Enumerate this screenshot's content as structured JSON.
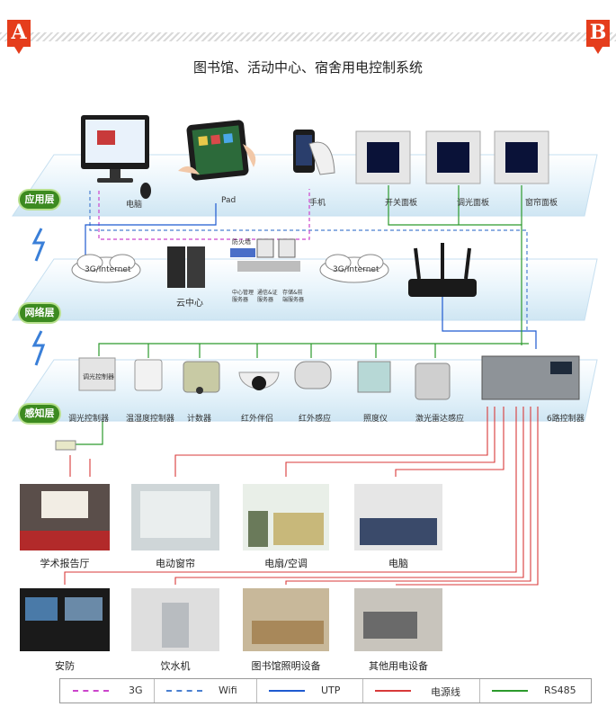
{
  "markers": {
    "a": "A",
    "b": "B"
  },
  "title": "图书馆、活动中心、宿舍用电控制系统",
  "layers": {
    "application": "应用层",
    "network": "网络层",
    "perception": "感知层"
  },
  "app_devices": [
    "电脑",
    "Pad",
    "手机",
    "开关面板",
    "调光面板",
    "窗帘面板"
  ],
  "network": {
    "cloud_left": "3G/Internet",
    "cloud_right": "3G/Internet",
    "cloud_center": "云中心",
    "firewall": "防火墙",
    "servers": [
      "中心管理服务器",
      "通信&证服务器",
      "存储&前端服务器"
    ]
  },
  "sensors": [
    "调光控制器",
    "温湿度控制器",
    "计数器",
    "红外伴侣",
    "红外感应",
    "照度仪",
    "激光雷达感应",
    "6路控制器"
  ],
  "dimmer_box_label": "调光控制器",
  "rooms_row1": [
    "学术报告厅",
    "电动窗帘",
    "电扇/空调",
    "电脑"
  ],
  "rooms_row2": [
    "安防",
    "饮水机",
    "图书馆照明设备",
    "其他用电设备"
  ],
  "legend": [
    {
      "name": "3G",
      "color": "#cc44cc",
      "style": "dashed"
    },
    {
      "name": "Wifi",
      "color": "#4a7fd0",
      "style": "dashed"
    },
    {
      "name": "UTP",
      "color": "#1e5ad0",
      "style": "solid"
    },
    {
      "name": "电源线",
      "color": "#d83a3a",
      "style": "solid"
    },
    {
      "name": "RS485",
      "color": "#2c9a2c",
      "style": "solid"
    }
  ]
}
